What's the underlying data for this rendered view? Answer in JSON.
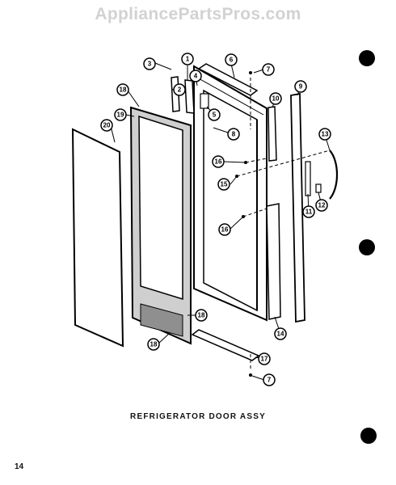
{
  "watermark": "AppliancePartsPros.com",
  "caption": "REFRIGERATOR DOOR ASSY",
  "page_number": "14",
  "callouts": [
    "1",
    "2",
    "3",
    "4",
    "5",
    "6",
    "7",
    "7",
    "8",
    "9",
    "10",
    "11",
    "12",
    "13",
    "14",
    "15",
    "16",
    "16",
    "17",
    "18",
    "18",
    "18",
    "19",
    "20"
  ]
}
